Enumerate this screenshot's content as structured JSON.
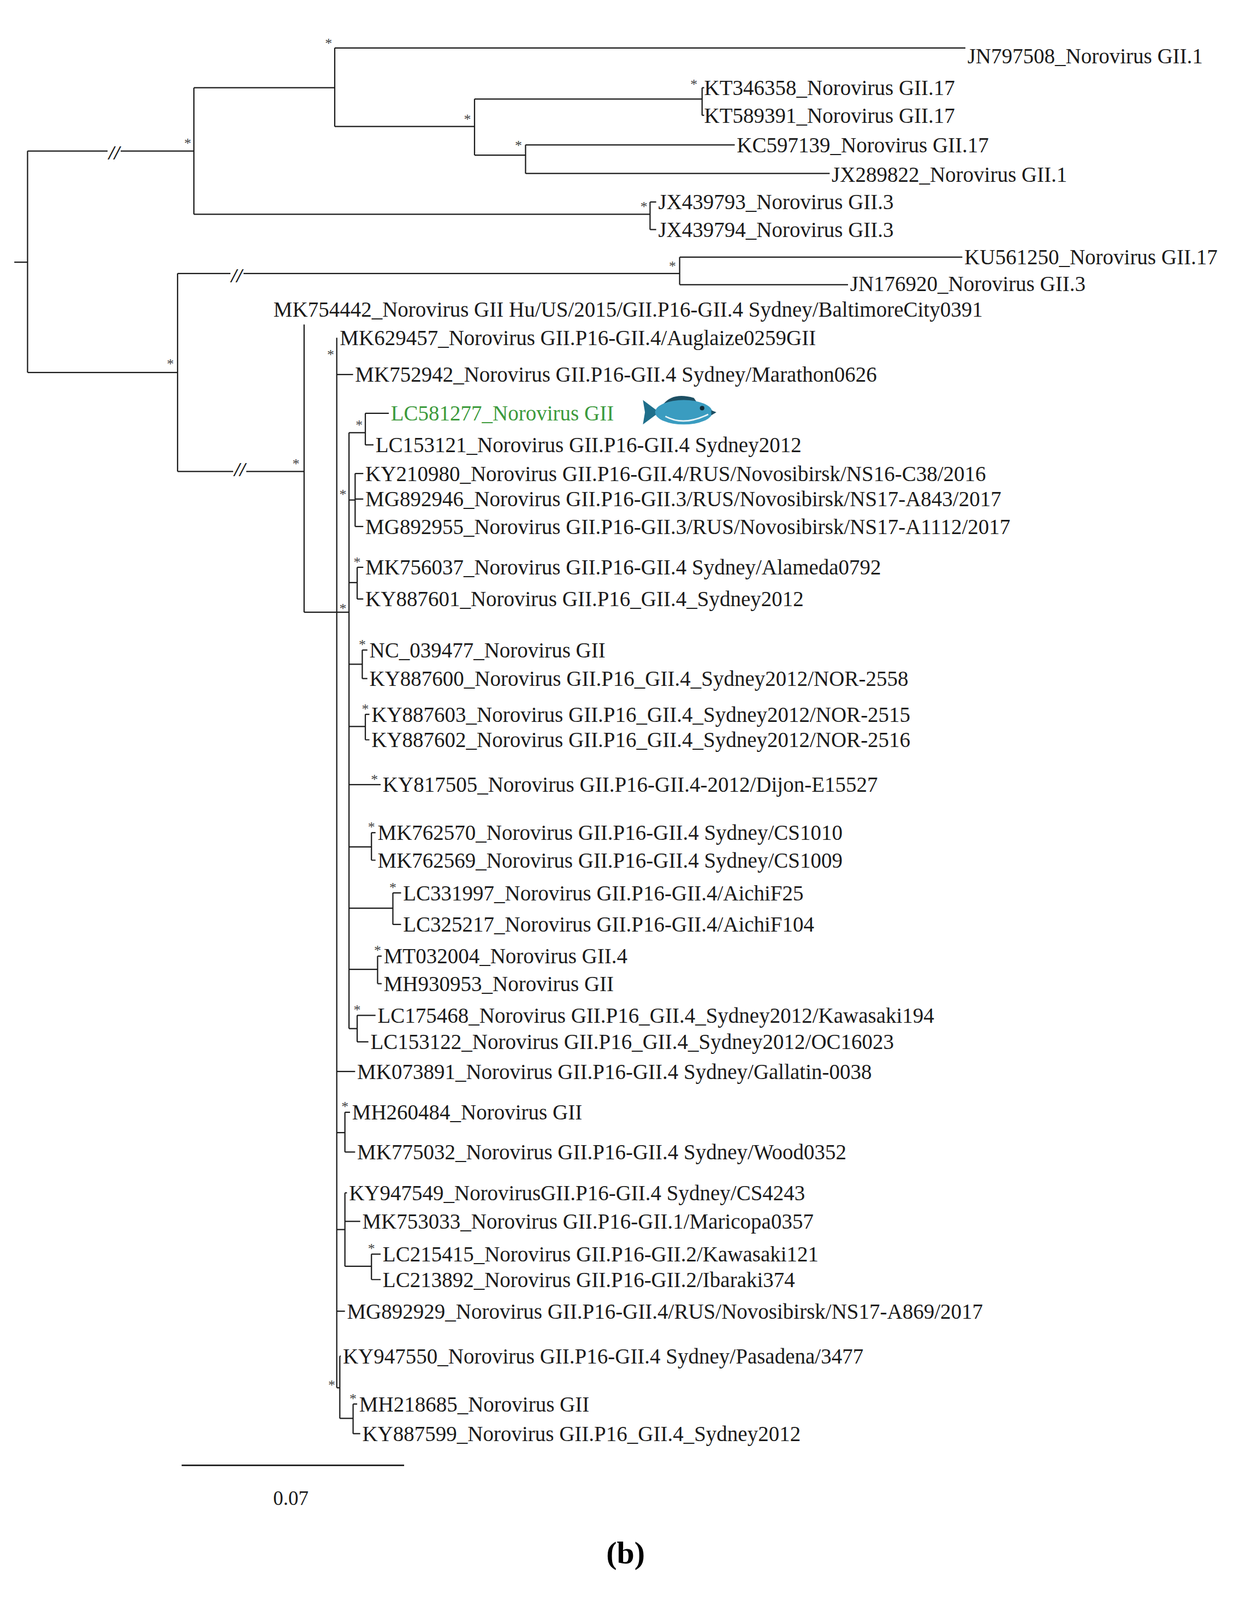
{
  "diagram": {
    "caption": "(b)",
    "labels": [
      "JN797508_Norovirus GII.1",
      "KT346358_Norovirus GII.17",
      "KT589391_Norovirus GII.17",
      "KC597139_Norovirus GII.17",
      "JX289822_Norovirus GII.1",
      "JX439793_Norovirus GII.3",
      "JX439794_Norovirus GII.3",
      "KU561250_Norovirus GII.17",
      "JN176920_Norovirus GII.3",
      "MK754442_Norovirus GII Hu/US/2015/GII.P16-GII.4 Sydney/BaltimoreCity0391",
      "MK629457_Norovirus GII.P16-GII.4/Auglaize0259GII",
      "MK752942_Norovirus GII.P16-GII.4 Sydney/Marathon0626",
      "LC581277_Norovirus GII",
      "LC153121_Norovirus GII.P16-GII.4 Sydney2012",
      "KY210980_Norovirus GII.P16-GII.4/RUS/Novosibirsk/NS16-C38/2016",
      "MG892946_Norovirus GII.P16-GII.3/RUS/Novosibirsk/NS17-A843/2017",
      "MG892955_Norovirus GII.P16-GII.3/RUS/Novosibirsk/NS17-A1112/2017",
      "MK756037_Norovirus GII.P16-GII.4 Sydney/Alameda0792",
      "KY887601_Norovirus GII.P16_GII.4_Sydney2012",
      "NC_039477_Norovirus GII",
      "KY887600_Norovirus GII.P16_GII.4_Sydney2012/NOR-2558",
      "KY887603_Norovirus GII.P16_GII.4_Sydney2012/NOR-2515",
      "KY887602_Norovirus GII.P16_GII.4_Sydney2012/NOR-2516",
      "KY817505_Norovirus GII.P16-GII.4-2012/Dijon-E15527",
      "MK762570_Norovirus GII.P16-GII.4 Sydney/CS1010",
      "MK762569_Norovirus GII.P16-GII.4 Sydney/CS1009",
      "LC331997_Norovirus GII.P16-GII.4/AichiF25",
      "LC325217_Norovirus GII.P16-GII.4/AichiF104",
      "MT032004_Norovirus GII.4",
      "MH930953_Norovirus GII",
      "LC175468_Norovirus GII.P16_GII.4_Sydney2012/Kawasaki194",
      "LC153122_Norovirus GII.P16_GII.4_Sydney2012/OC16023",
      "MK073891_Norovirus GII.P16-GII.4 Sydney/Gallatin-0038",
      "MH260484_Norovirus GII",
      "MK775032_Norovirus GII.P16-GII.4 Sydney/Wood0352",
      "KY947549_NorovirusGII.P16-GII.4 Sydney/CS4243",
      "MK753033_Norovirus GII.P16-GII.1/Maricopa0357",
      "LC215415_Norovirus GII.P16-GII.2/Kawasaki121",
      "LC213892_Norovirus GII.P16-GII.2/Ibaraki374",
      "MG892929_Norovirus GII.P16-GII.4/RUS/Novosibirsk/NS17-A869/2017",
      "KY947550_Norovirus GII.P16-GII.4 Sydney/Pasadena/3477",
      "MH218685_Norovirus GII",
      "KY887599_Norovirus GII.P16_GII.4_Sydney2012",
      "*",
      "*",
      "*",
      "*",
      "*",
      "*",
      "*",
      "*",
      "*",
      "*",
      "*",
      "*",
      "*",
      "*",
      "*",
      "*",
      "*",
      "*",
      "*",
      "*",
      "*",
      "*",
      "*",
      "*",
      "*",
      "//",
      "//",
      "//",
      "0.07"
    ]
  }
}
